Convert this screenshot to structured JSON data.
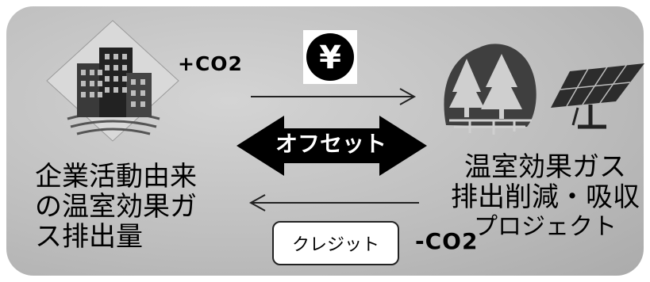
{
  "emissions": {
    "plus_label": "+CO2",
    "minus_label": "-CO2"
  },
  "offset": {
    "label": "オフセット"
  },
  "credit": {
    "label": "クレジット"
  },
  "left_party": {
    "label_lines": [
      "企業活動由来",
      "の温室効果ガ",
      "ス排出量"
    ],
    "icon": "office-building-icon"
  },
  "right_party": {
    "label_lines": [
      "温室効果ガス",
      "排出削減・吸収",
      "プロジェクト"
    ],
    "icons": [
      "forest-icon",
      "solar-panel-icon"
    ]
  },
  "money": {
    "symbol": "¥",
    "icon": "yen-coin-icon"
  },
  "colors": {
    "panel": "#c4c4c4",
    "arrow": "#000000",
    "text_on_arrow": "#ffffff"
  }
}
